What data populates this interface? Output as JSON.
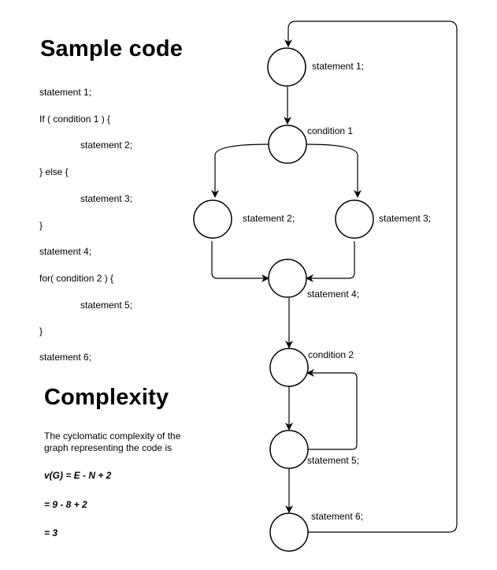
{
  "sample_code": {
    "title": "Sample code",
    "lines": [
      "statement 1;",
      "If ( condition 1 ) {",
      "statement 2;",
      "} else {",
      "statement 3;",
      "}",
      "statement 4;",
      "for( condition 2 ) {",
      "statement 5;",
      "}",
      "statement 6;"
    ]
  },
  "complexity": {
    "title": "Complexity",
    "description_line1": "The cyclomatic complexity of the",
    "description_line2": "graph representing the code is",
    "formula": "v(G) = E - N + 2",
    "step": "= 9 - 8 + 2",
    "result": "= 3"
  },
  "graph": {
    "nodes": {
      "n1": "statement 1;",
      "c1": "condition 1",
      "n2": "statement 2;",
      "n3": "statement 3;",
      "n4": "statement 4;",
      "c2": "condition 2",
      "n5": "statement 5;",
      "n6": "statement 6;"
    }
  },
  "colors": {
    "stroke": "#000000",
    "background": "#ffffff"
  }
}
